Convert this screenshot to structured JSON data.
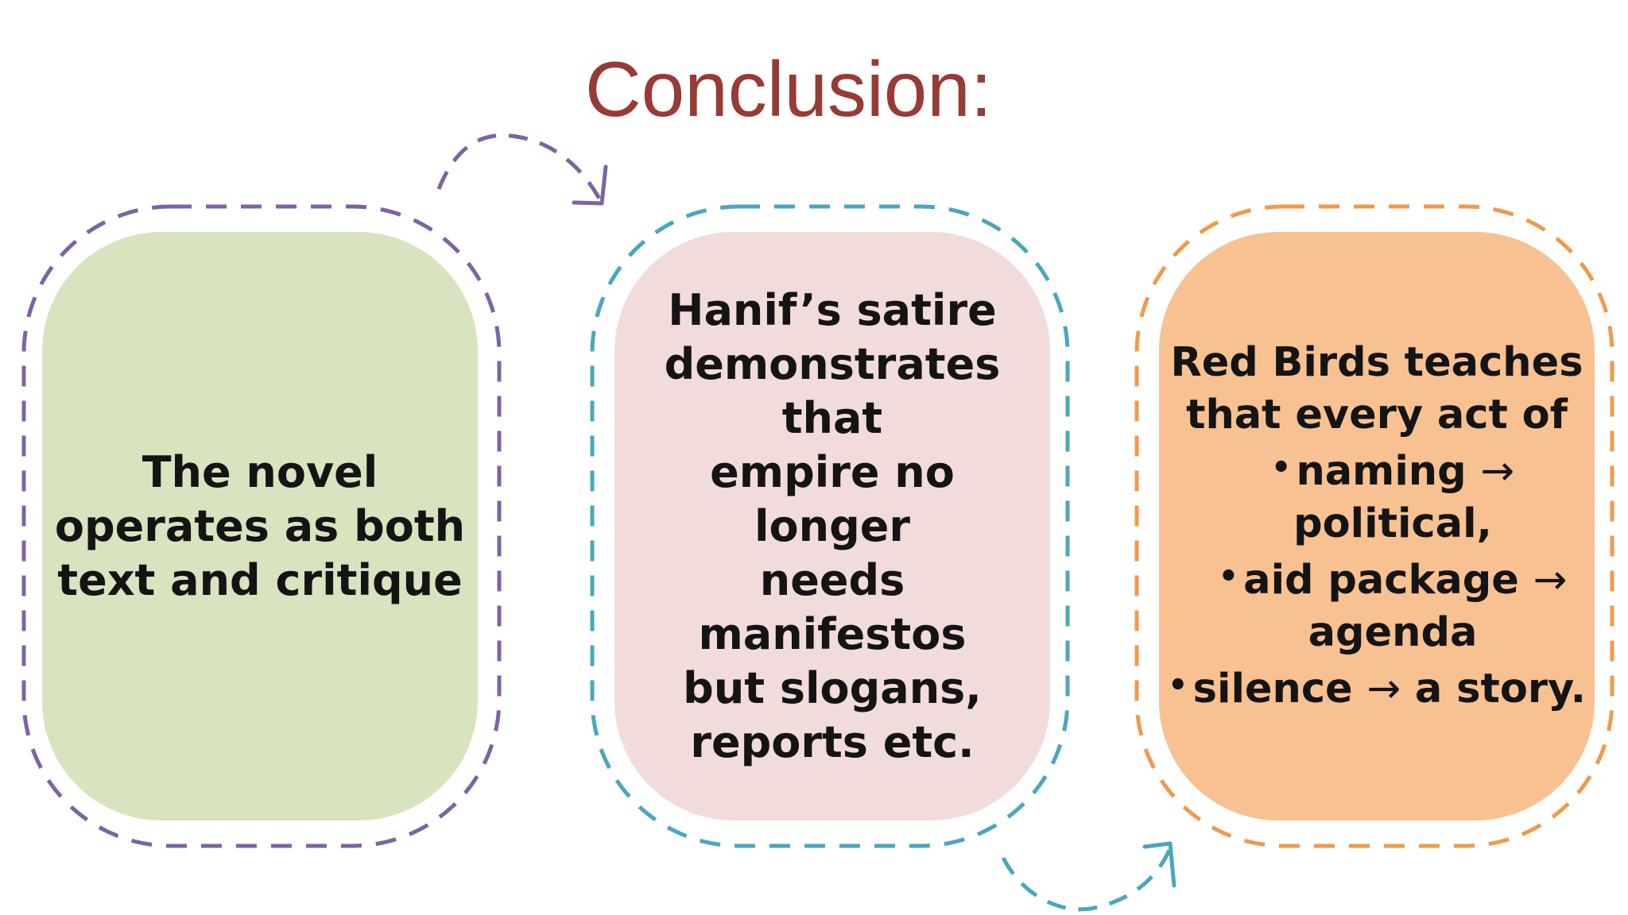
{
  "title": "Conclusion:",
  "boxes": [
    {
      "lines": [
        "The novel",
        "operates as both",
        "text and critique"
      ],
      "fill": "#d8e4bf",
      "ring": "#7c64a3"
    },
    {
      "lines": [
        "Hanif’s satire",
        "demonstrates that",
        "empire no longer",
        "needs manifestos",
        "but slogans,",
        "reports etc."
      ],
      "fill": "#f2dcdb",
      "ring": "#4ba6bd"
    },
    {
      "intro": [
        "Red Birds teaches",
        "that every act of"
      ],
      "items": [
        {
          "head": "naming",
          "tail": "political,"
        },
        {
          "head": "aid package",
          "tail": "agenda"
        },
        {
          "head": "silence",
          "tail": "a story."
        }
      ],
      "arrow": "→",
      "bullet": "•",
      "fill": "#f8c192",
      "ring": "#ef9a4c"
    }
  ],
  "colors": {
    "title": "#983a36",
    "connector_top": "#7c64a3",
    "connector_bottom": "#4ba6bd"
  }
}
